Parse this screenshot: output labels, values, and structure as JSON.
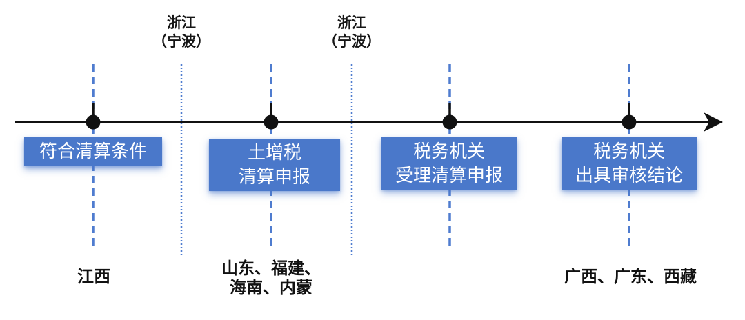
{
  "figure": {
    "type": "timeline-diagram",
    "colors": {
      "box_blue": "#4a78ca",
      "guide_line_blue": "#4f7ccf",
      "axis_black": "#111111",
      "label_text": "#151515",
      "box_text": "#ffffff"
    }
  },
  "top_labels": [
    {
      "line1": "浙江",
      "line2": "（宁波）"
    },
    {
      "line1": "浙江",
      "line2": "（宁波）"
    }
  ],
  "milestones": [
    {
      "label1": "符合清算条件"
    },
    {
      "label1": "土增税",
      "label2": "清算申报"
    },
    {
      "label1": "税务机关",
      "label2": "受理清算申报"
    },
    {
      "label1": "税务机关",
      "label2": "出具审核结论"
    }
  ],
  "province_notes": [
    {
      "line1": "江西"
    },
    {
      "line1": "山东、福建、",
      "line2": "海南、内蒙"
    },
    {
      "line1": "广西、广东、西藏"
    }
  ]
}
